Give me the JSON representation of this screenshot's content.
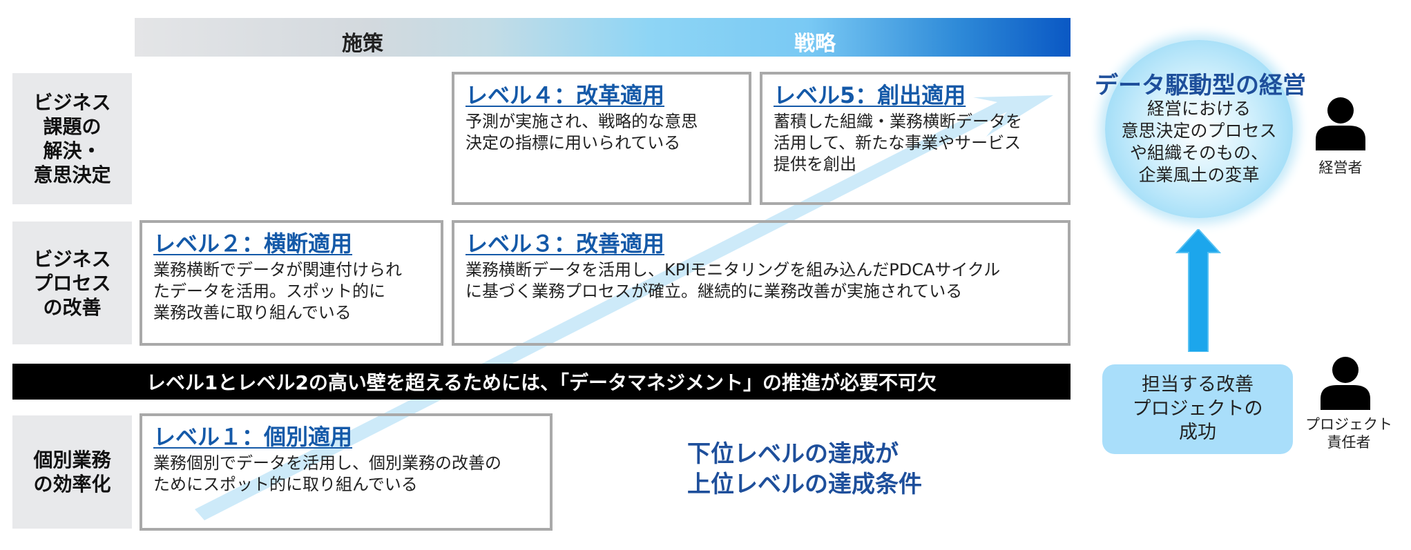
{
  "header": {
    "left_label": "施策",
    "right_label": "戦略"
  },
  "rows": [
    {
      "label": "ビジネス\n課題の\n解決・\n意思決定"
    },
    {
      "label": "ビジネス\nプロセス\nの改善"
    },
    {
      "label": "個別業務\nの効率化"
    }
  ],
  "levels": {
    "level1": {
      "title": "レベル１：個別適用",
      "desc": "業務個別でデータを活用し、個別業務の改善の\nためにスポット的に取り組んでいる"
    },
    "level2": {
      "title": "レベル２：横断適用",
      "desc": "業務横断でデータが関連付けられ\nたデータを活用。スポット的に\n業務改善に取り組んでいる"
    },
    "level3": {
      "title": "レベル３：改善適用",
      "desc": "業務横断データを活用し、KPIモニタリングを組み込んだPDCAサイクル\nに基づく業務プロセスが確立。継続的に業務改善が実施されている"
    },
    "level4": {
      "title": "レベル４：改革適用",
      "desc": "予測が実施され、戦略的な意思\n決定の指標に用いられている"
    },
    "level5": {
      "title": "レベル5：創出適用",
      "desc": "蓄積した組織・業務横断データを\n活用して、新たな事業やサービス\n提供を創出"
    }
  },
  "banner": {
    "text": "レベル1とレベル2の高い壁を超えるためには、「データマネジメント」の推進が必要不可欠"
  },
  "note": {
    "text": "下位レベルの達成が\n上位レベルの達成条件"
  },
  "goal": {
    "title": "データ駆動型の経営",
    "desc": "経営における\n意思決定のプロセス\nや組織そのもの、\n企業風土の変革"
  },
  "project": {
    "text": "担当する改善\nプロジェクトの\n成功"
  },
  "roles": {
    "executive": "経営者",
    "project_lead": "プロジェクト\n責任者"
  },
  "colors": {
    "level_title": "#1459a8",
    "note_text": "#1e4f9b",
    "diagonal_arrow": "#cdeaf9",
    "up_arrow": "#1ca6ec",
    "project_box": "#a9defa",
    "banner_bg": "#000000",
    "row_label_bg": "#e8e9eb",
    "box_border": "#a9a9a9"
  },
  "icons": {
    "executive": "person-icon",
    "project_lead": "person-icon",
    "progress_arrow": "diagonal-arrow",
    "up_arrow": "up-arrow"
  }
}
